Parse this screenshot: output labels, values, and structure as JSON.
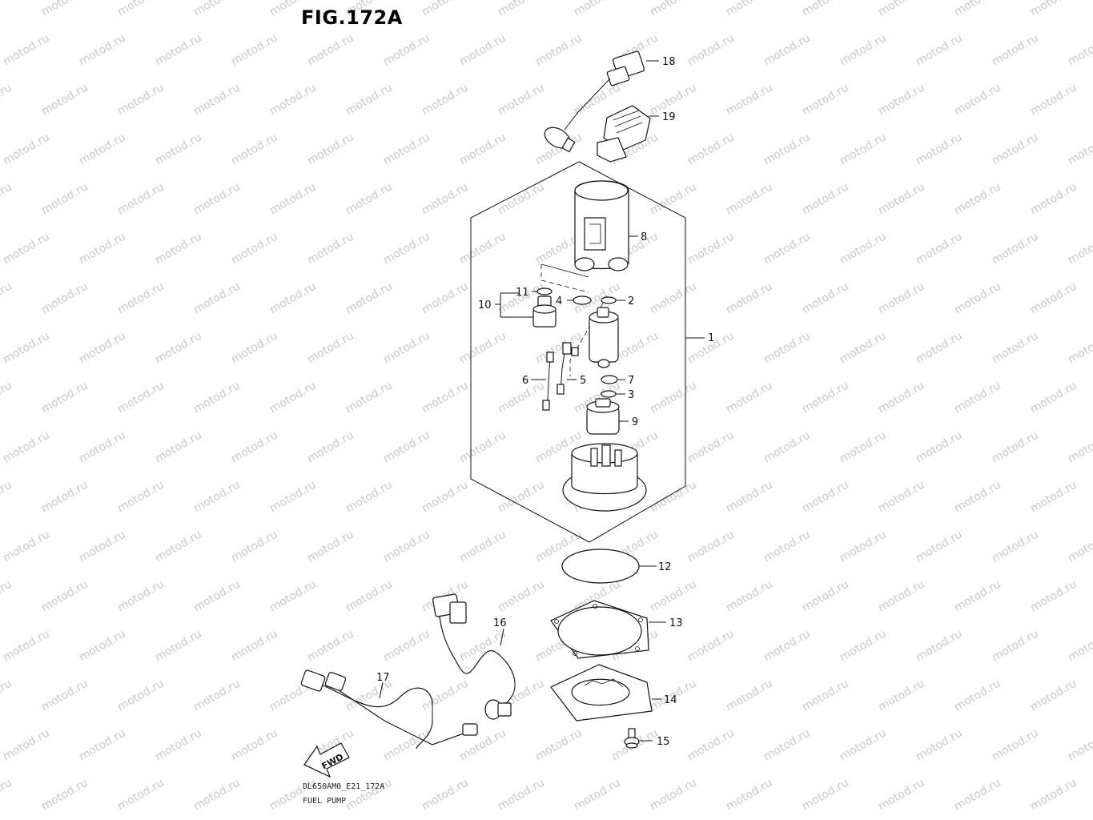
{
  "figure": {
    "title": "FIG.172A",
    "model_code": "DL650AM0_E21_172A",
    "section_name": "FUEL PUMP",
    "watermark_text": "motod.ru",
    "direction_label": "FWD"
  },
  "callouts": [
    {
      "id": "1",
      "label": "1"
    },
    {
      "id": "2",
      "label": "2"
    },
    {
      "id": "3",
      "label": "3"
    },
    {
      "id": "4",
      "label": "4"
    },
    {
      "id": "5",
      "label": "5"
    },
    {
      "id": "6",
      "label": "6"
    },
    {
      "id": "7",
      "label": "7"
    },
    {
      "id": "8",
      "label": "8"
    },
    {
      "id": "9",
      "label": "9"
    },
    {
      "id": "10",
      "label": "10"
    },
    {
      "id": "11",
      "label": "11"
    },
    {
      "id": "12",
      "label": "12"
    },
    {
      "id": "13",
      "label": "13"
    },
    {
      "id": "14",
      "label": "14"
    },
    {
      "id": "15",
      "label": "15"
    },
    {
      "id": "16",
      "label": "16"
    },
    {
      "id": "17",
      "label": "17"
    },
    {
      "id": "18",
      "label": "18"
    },
    {
      "id": "19",
      "label": "19"
    }
  ]
}
